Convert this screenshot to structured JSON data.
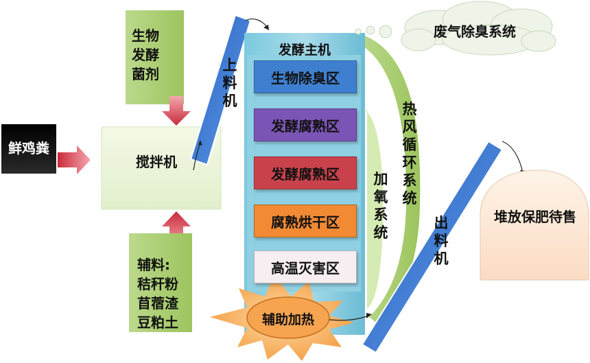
{
  "fresh_manure": "鲜鸡粪",
  "biological_agent": [
    "生物",
    "发酵",
    "菌剂"
  ],
  "mixer": "搅拌机",
  "auxiliary": [
    "辅料:",
    "秸秆粉",
    "苜蓿渣",
    "豆粕土"
  ],
  "feeder": [
    "上",
    "料",
    "机"
  ],
  "main_fermenter": "发酵主机",
  "zones": [
    {
      "label": "生物除臭区",
      "color": "#3f7fcf"
    },
    {
      "label": "发酵腐熟区",
      "color": "#7b55b5"
    },
    {
      "label": "发酵腐熟区",
      "color": "#c9424b"
    },
    {
      "label": "腐熟烘干区",
      "color": "#f28a34"
    },
    {
      "label": "高温灭害区",
      "color": "#f7eef2"
    }
  ],
  "auxiliary_heating": "辅助加热",
  "oxygen_system": [
    "加",
    "氧",
    "系",
    "统"
  ],
  "hot_air_system": [
    "热",
    "风",
    "循",
    "环",
    "系",
    "统"
  ],
  "exhaust_deodorization": "废气除臭系统",
  "discharger": [
    "出",
    "料",
    "机"
  ],
  "storage": "堆放保肥待售"
}
